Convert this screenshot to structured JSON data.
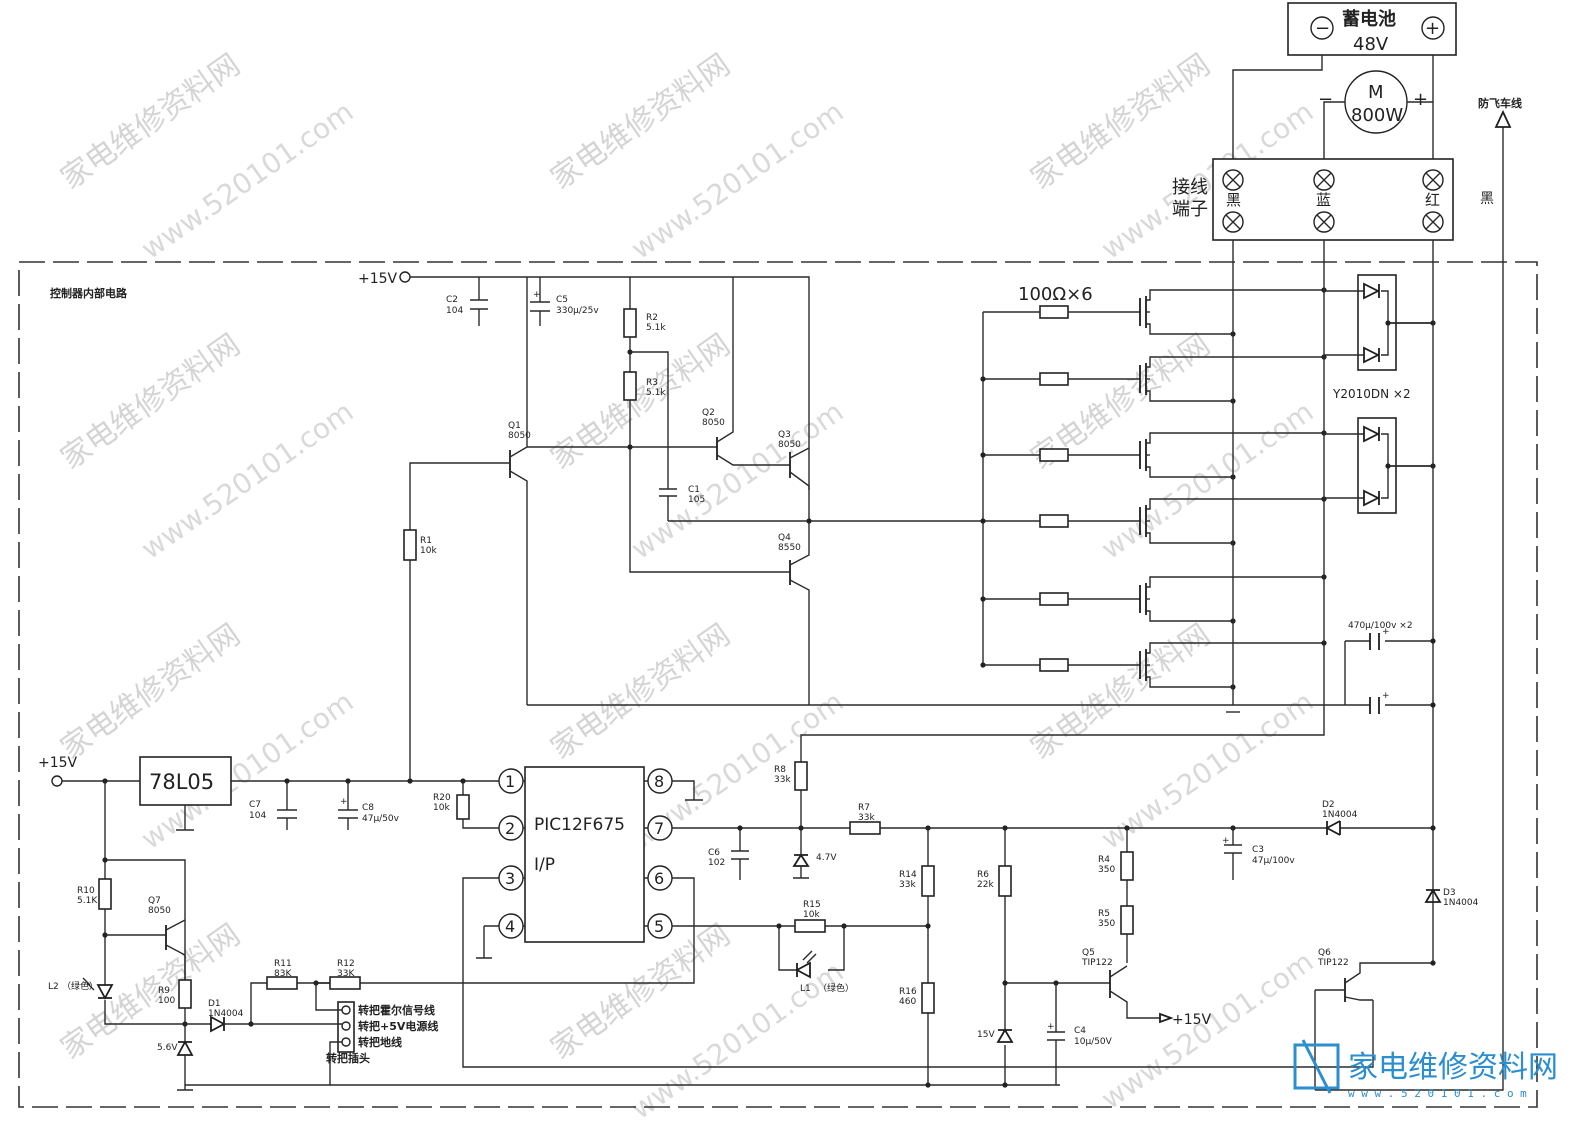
{
  "battery": {
    "title": "蓄电池",
    "voltage": "48V",
    "minus": "−",
    "plus": "+"
  },
  "motor": {
    "letter": "M",
    "power": "800W",
    "minus": "−",
    "plus": "+"
  },
  "terminal": {
    "label_line1": "接线",
    "label_line2": "端子",
    "black": "黑",
    "blue": "蓝",
    "red": "红"
  },
  "anti_theft": {
    "label": "防飞车线",
    "color": "黑"
  },
  "controller_label": "控制器内部电路",
  "supply": {
    "v15_top": "+15V",
    "v15_left": "+15V",
    "v15_out": "+15V"
  },
  "regulator": "78L05",
  "mcu": {
    "name": "PIC12F675",
    "io": "I/P",
    "pins": [
      "1",
      "2",
      "3",
      "4",
      "5",
      "6",
      "7",
      "8"
    ]
  },
  "gate_resistors": "100Ω×6",
  "rectifier": "Y2010DN  ×2",
  "bulk_caps": "470μ/100v  ×2",
  "components": {
    "C2": {
      "ref": "C2",
      "val": "104"
    },
    "C5": {
      "ref": "C5",
      "val": "330μ/25v"
    },
    "R2": {
      "ref": "R2",
      "val": "5.1k"
    },
    "R3": {
      "ref": "R3",
      "val": "5.1k"
    },
    "Q1": {
      "ref": "Q1",
      "val": "8050"
    },
    "Q2": {
      "ref": "Q2",
      "val": "8050"
    },
    "Q3": {
      "ref": "Q3",
      "val": "8050"
    },
    "Q4": {
      "ref": "Q4",
      "val": "8550"
    },
    "C1": {
      "ref": "C1",
      "val": "105"
    },
    "R1": {
      "ref": "R1",
      "val": "10k"
    },
    "C7": {
      "ref": "C7",
      "val": "104"
    },
    "C8": {
      "ref": "C8",
      "val": "47μ/50v"
    },
    "R20": {
      "ref": "R20",
      "val": "10k"
    },
    "R8": {
      "ref": "R8",
      "val": "33k"
    },
    "R7": {
      "ref": "R7",
      "val": "33k"
    },
    "C6": {
      "ref": "C6",
      "val": "102"
    },
    "Z47": {
      "ref": "",
      "val": "4.7V"
    },
    "R14": {
      "ref": "R14",
      "val": "33k"
    },
    "R16": {
      "ref": "R16",
      "val": "460"
    },
    "R15": {
      "ref": "R15",
      "val": "10k"
    },
    "L1": {
      "ref": "L1",
      "val": "（绿色）"
    },
    "R6": {
      "ref": "R6",
      "val": "22k"
    },
    "Z15": {
      "ref": "",
      "val": "15V"
    },
    "C4": {
      "ref": "C4",
      "val": "10μ/50V"
    },
    "R4": {
      "ref": "R4",
      "val": "350"
    },
    "R5": {
      "ref": "R5",
      "val": "350"
    },
    "Q5": {
      "ref": "Q5",
      "val": "TIP122"
    },
    "C3": {
      "ref": "C3",
      "val": "47μ/100v"
    },
    "D2": {
      "ref": "D2",
      "val": "1N4004"
    },
    "D3": {
      "ref": "D3",
      "val": "1N4004"
    },
    "Q6": {
      "ref": "Q6",
      "val": "TIP122"
    },
    "R10": {
      "ref": "R10",
      "val": "5.1K"
    },
    "Q7": {
      "ref": "Q7",
      "val": "8050"
    },
    "L2": {
      "ref": "L2",
      "val": "（绿色）"
    },
    "R9": {
      "ref": "R9",
      "val": "100"
    },
    "D1": {
      "ref": "D1",
      "val": "1N4004"
    },
    "Z56": {
      "ref": "",
      "val": "5.6V"
    },
    "R11": {
      "ref": "R11",
      "val": "83K"
    },
    "R12": {
      "ref": "R12",
      "val": "33K"
    }
  },
  "handle": {
    "hall": "转把霍尔信号线",
    "v5": "转把+5V电源线",
    "gnd": "转把地线",
    "plug": "转把插头"
  },
  "watermark": {
    "cn": "家电维修资料网",
    "url": "www.520101.com"
  },
  "logo": {
    "cn": "家电维修资料网",
    "url": "w w w . 5 2 0 1 0 1 . c o m"
  }
}
